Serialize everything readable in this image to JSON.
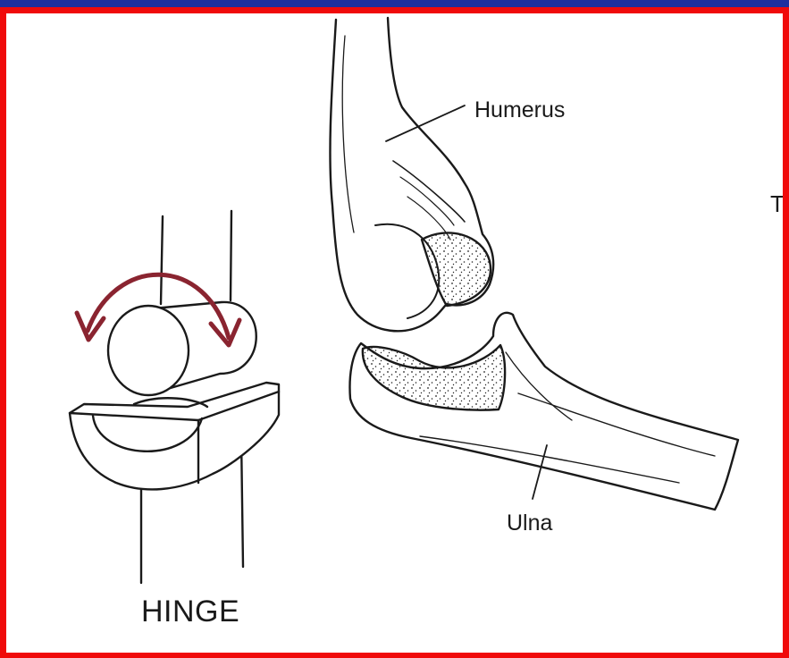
{
  "labels": {
    "humerus": "Humerus",
    "ulna": "Ulna",
    "hinge": "HINGE",
    "edge_fragment": "T"
  },
  "colors": {
    "background": "#1f2f9e",
    "border": "#f00a0a",
    "canvas": "#ffffff",
    "ink": "#1a1a1a",
    "arrow": "#8a2430"
  }
}
